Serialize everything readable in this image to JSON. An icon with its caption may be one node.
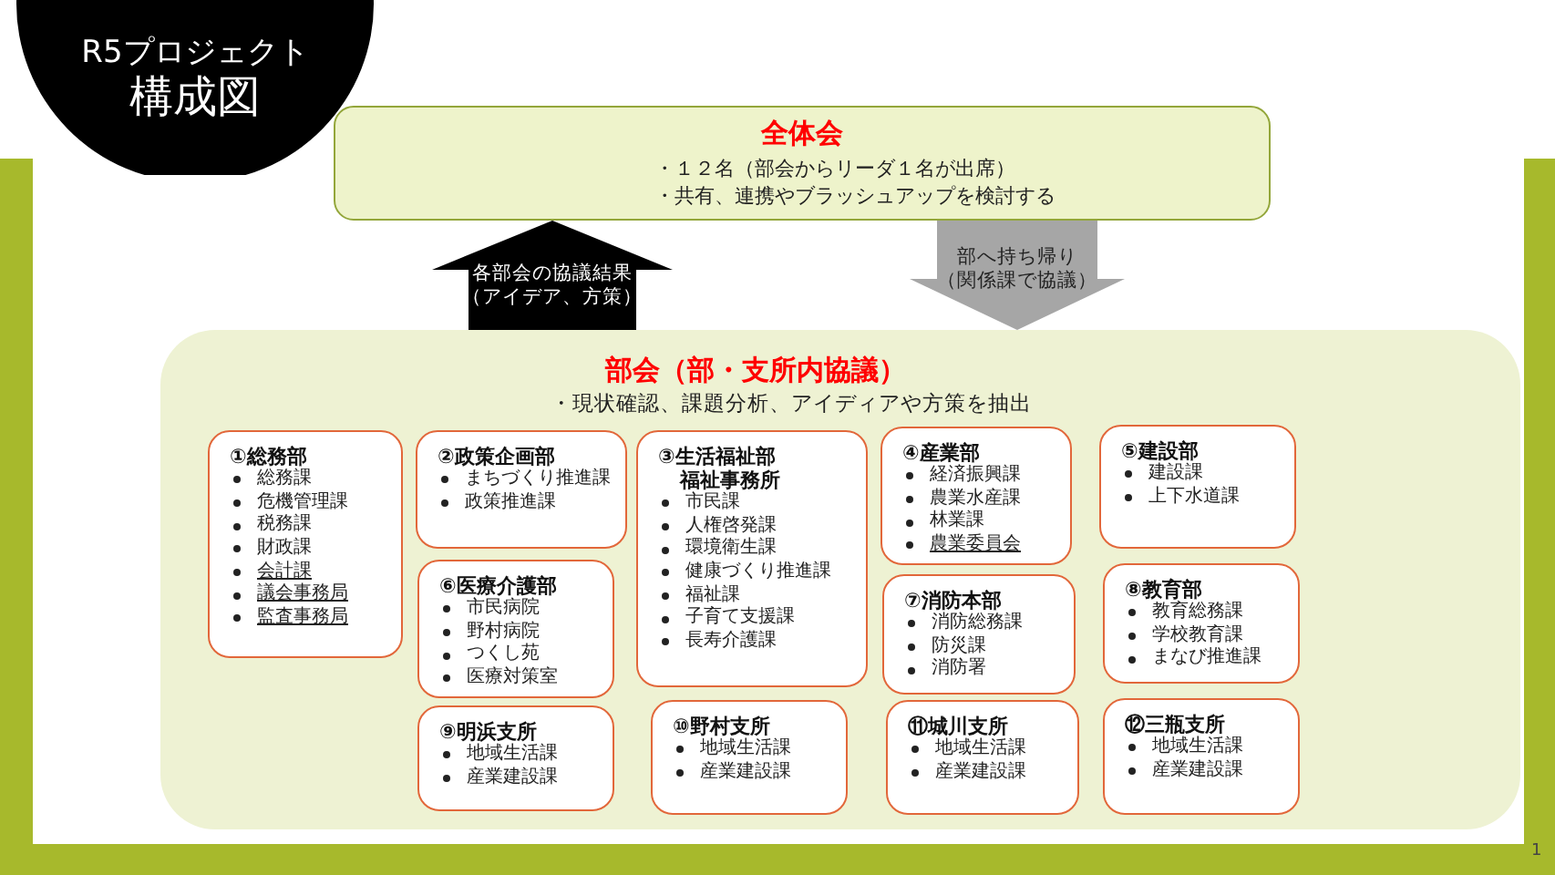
{
  "diagram": {
    "nodes": [
      {
        "text": [
          "R5プロジェクト",
          "構成図"
        ]
      },
      {
        "text": [
          "全体会",
          "・１２名（部会からリーダ１名が出席）",
          "・共有、連携やブラッシュアップを検討する"
        ]
      },
      {
        "text": [
          "部会（部・支所内協議）",
          "・現状確認、課題分析、アイディアや方策を抽出"
        ]
      },
      {
        "text": [
          "①総務部",
          "総務課",
          "危機管理課",
          "税務課",
          "財政課",
          "会計課",
          "議会事務局",
          "監査事務局"
        ],
        "in": 2
      },
      {
        "text": [
          "②政策企画部",
          "まちづくり推進課",
          "政策推進課"
        ],
        "in": 2
      },
      {
        "text": [
          "③生活福祉部",
          "福祉事務所",
          "市民課",
          "人権啓発課",
          "環境衛生課",
          "健康づくり推進課",
          "福祉課",
          "子育て支援課",
          "長寿介護課"
        ],
        "in": 2
      },
      {
        "text": [
          "④産業部",
          "経済振興課",
          "農業水産課",
          "林業課",
          "農業委員会"
        ],
        "in": 2
      },
      {
        "text": [
          "⑤建設部",
          "建設課",
          "上下水道課"
        ],
        "in": 2
      },
      {
        "text": [
          "⑥医療介護部",
          "市民病院",
          "野村病院",
          "つくし苑",
          "医療対策室"
        ],
        "in": 2
      },
      {
        "text": [
          "⑦消防本部",
          "消防総務課",
          "防災課",
          "消防署"
        ],
        "in": 2
      },
      {
        "text": [
          "⑧教育部",
          "教育総務課",
          "学校教育課",
          "まなび推進課"
        ],
        "in": 2
      },
      {
        "text": [
          "⑨明浜支所",
          "地域生活課",
          "産業建設課"
        ],
        "in": 2
      },
      {
        "text": [
          "⑩野村支所",
          "地域生活課",
          "産業建設課"
        ],
        "in": 2
      },
      {
        "text": [
          "⑪城川支所",
          "地域生活課",
          "産業建設課"
        ],
        "in": 2
      },
      {
        "text": [
          "⑫三瓶支所",
          "地域生活課",
          "産業建設課"
        ],
        "in": 2
      }
    ],
    "edges": [
      {
        "from": 2,
        "to": 1,
        "arrow": "to",
        "label": "各部会の協議結果（アイデア、方策）",
        "color": "#000000"
      },
      {
        "from": 1,
        "to": 2,
        "arrow": "to",
        "label": "部へ持ち帰り（関係課で協議）",
        "color": "#a6a6a6"
      }
    ],
    "labels": [
      "1"
    ]
  }
}
